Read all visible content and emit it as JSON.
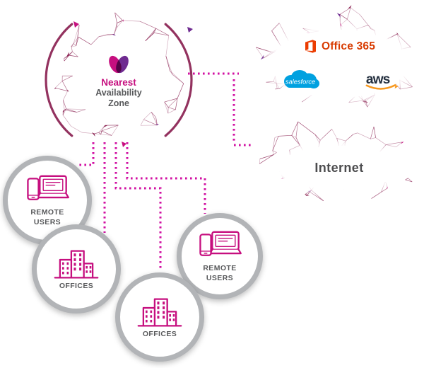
{
  "availability_zone": {
    "icon": "lotus-icon",
    "line1": "Nearest",
    "line2": "Availability",
    "line3": "Zone"
  },
  "saas_cloud": {
    "office365_label": "Office 365",
    "salesforce_label": "salesforce",
    "aws_label": "aws"
  },
  "internet": {
    "label": "Internet"
  },
  "nodes": [
    {
      "id": "remote-users-1",
      "icon": "remote-users-icon",
      "label": "REMOTE USERS"
    },
    {
      "id": "offices-1",
      "icon": "offices-icon",
      "label": "OFFICES"
    },
    {
      "id": "offices-2",
      "icon": "offices-icon",
      "label": "OFFICES"
    },
    {
      "id": "remote-users-2",
      "icon": "remote-users-icon",
      "label": "REMOTE USERS"
    }
  ],
  "colors": {
    "mesh": "#8a2151",
    "accent": "#c60f7f",
    "purple": "#6f2b90",
    "dotted": "#d10fa2",
    "ring_gray": "#b2b4b7",
    "text_gray": "#58595b",
    "office_orange": "#eb3c00",
    "office_text": "#d83b01",
    "salesforce_blue": "#00a1e0",
    "aws_dark": "#232f3e",
    "aws_orange": "#f7981d",
    "internet_text": "#4d4d4f"
  }
}
